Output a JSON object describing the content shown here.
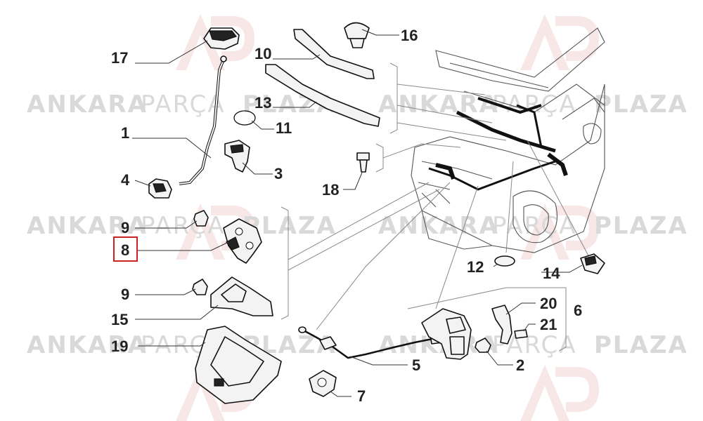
{
  "watermark": {
    "word1": "ANKARA",
    "word2": "PARÇA",
    "word3": "PLAZA",
    "logo_letters": "AP",
    "logo_color": "#f3d6d6",
    "text_color": "#d9d9d9"
  },
  "callouts": [
    {
      "id": "17",
      "label": "17"
    },
    {
      "id": "16",
      "label": "16"
    },
    {
      "id": "10",
      "label": "10"
    },
    {
      "id": "13",
      "label": "13"
    },
    {
      "id": "11",
      "label": "11"
    },
    {
      "id": "1",
      "label": "1"
    },
    {
      "id": "3",
      "label": "3"
    },
    {
      "id": "4",
      "label": "4"
    },
    {
      "id": "18",
      "label": "18"
    },
    {
      "id": "9a",
      "label": "9"
    },
    {
      "id": "8",
      "label": "8"
    },
    {
      "id": "9b",
      "label": "9"
    },
    {
      "id": "15",
      "label": "15"
    },
    {
      "id": "12",
      "label": "12"
    },
    {
      "id": "14",
      "label": "14"
    },
    {
      "id": "20",
      "label": "20"
    },
    {
      "id": "6",
      "label": "6"
    },
    {
      "id": "21",
      "label": "21"
    },
    {
      "id": "19",
      "label": "19"
    },
    {
      "id": "5",
      "label": "5"
    },
    {
      "id": "2",
      "label": "2"
    },
    {
      "id": "7",
      "label": "7"
    }
  ],
  "highlight": {
    "callout": "8",
    "color": "#cc2222"
  }
}
